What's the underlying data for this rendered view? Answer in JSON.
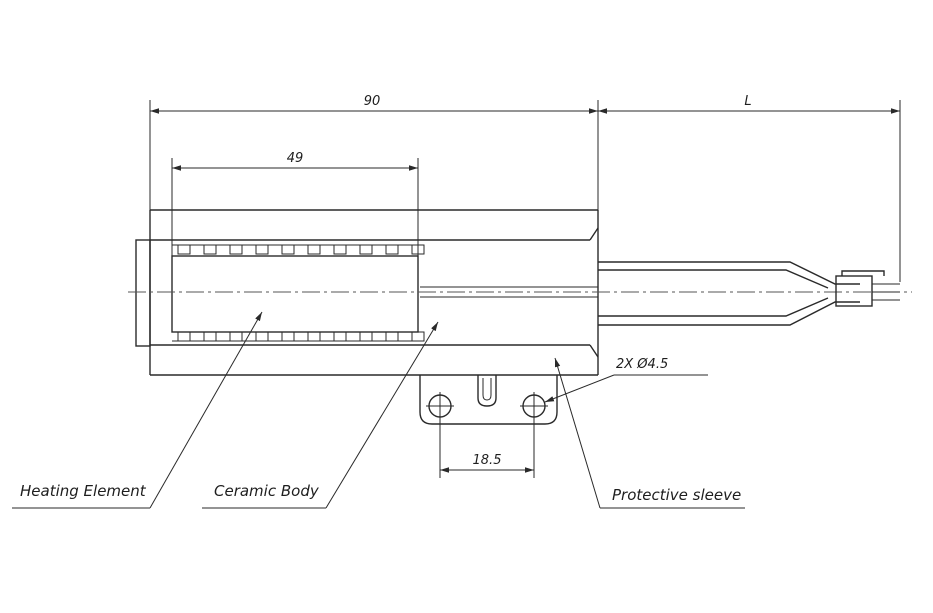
{
  "dimensions": {
    "overall_length": "90",
    "element_length": "49",
    "lead_length": "L",
    "hole_spacing": "18.5",
    "hole_callout": "2X Ø4.5"
  },
  "callouts": {
    "heating_element": "Heating Element",
    "ceramic_body": "Ceramic Body",
    "protective_sleeve": "Protective sleeve"
  },
  "colors": {
    "line": "#2a2a2a",
    "background": "#ffffff"
  }
}
